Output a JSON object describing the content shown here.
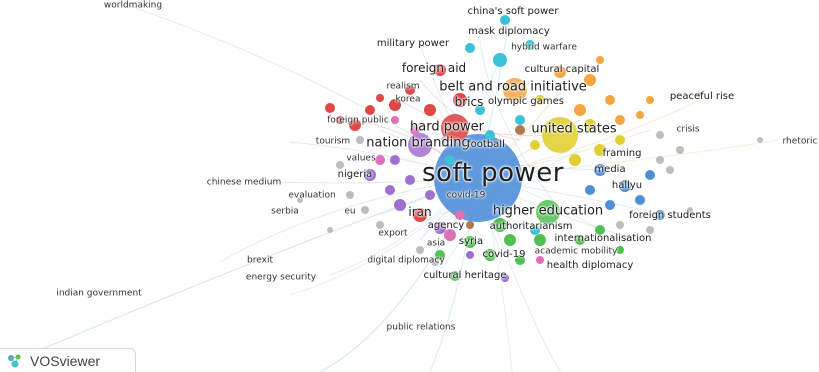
{
  "brand": {
    "name": "VOSviewer",
    "icon": "vosviewer-logo-icon"
  },
  "clusters": {
    "blue": "#4f8fd8",
    "cyan": "#3cc2d8",
    "red": "#e04848",
    "orange": "#f4a640",
    "green": "#50c050",
    "purple": "#a070d0",
    "yellow": "#e0d030",
    "pink": "#e070b8",
    "gray": "#bdbdbd",
    "brown": "#b07a50"
  },
  "labels": {
    "worldmaking": "worldmaking",
    "chinas_soft_power": "china's soft power",
    "mask_diplomacy": "mask diplomacy",
    "military_power": "military power",
    "hybrid_warfare": "hybrid warfare",
    "foreign_aid": "foreign aid",
    "cultural_capital": "cultural capital",
    "realism": "realism",
    "belt_and_road_initiative": "belt and road initiative",
    "korea": "korea",
    "brics": "brics",
    "olympic_games": "olympic games",
    "peaceful_rise": "peaceful rise",
    "foreign_public": "foreign public",
    "hard_power": "hard power",
    "united_states": "united states",
    "crisis": "crisis",
    "rhetoric": "rhetoric",
    "tourism": "tourism",
    "nation_branding": "nation branding",
    "football": "football",
    "framing": "framing",
    "values": "values",
    "soft_power": "soft power",
    "media": "media",
    "nigeria": "nigeria",
    "hallyu": "hallyu",
    "covid19": "covid-19",
    "chinese_medium": "chinese medium",
    "evaluation": "evaluation",
    "serbia": "serbia",
    "eu": "eu",
    "iran": "iran",
    "higher_education": "higher education",
    "foreign_students": "foreign students",
    "agency": "agency",
    "authoritarianism": "authoritarianism",
    "export": "export",
    "internationalisation": "internationalisation",
    "asia": "asia",
    "syria": "syria",
    "academic_mobility": "academic mobility",
    "covid_19": "covid-19",
    "brexit": "brexit",
    "digital_diplomacy": "digital diplomacy",
    "health_diplomacy": "health diplomacy",
    "energy_security": "energy security",
    "cultural_heritage": "cultural heritage",
    "indian_government": "indian government",
    "public_relations": "public relations"
  }
}
